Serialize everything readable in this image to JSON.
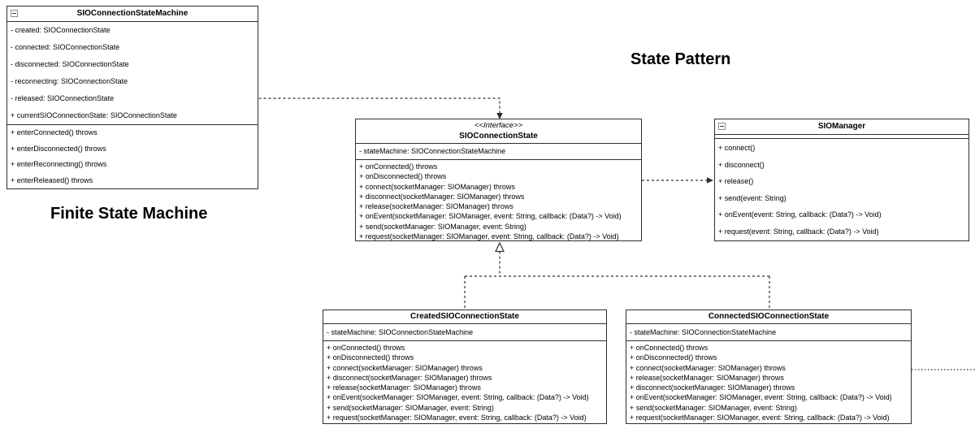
{
  "labels": {
    "heading_right": "State Pattern",
    "heading_left": "Finite State Machine"
  },
  "icons": {
    "collapse": "minus-square"
  },
  "colors": {
    "line": "#2e2e2e",
    "background": "#ffffff",
    "text": "#000000"
  },
  "classes": [
    {
      "title": "SIOConnectionStateMachine",
      "attributes": [
        "- created: SIOConnectionState",
        "- connected: SIOConnectionState",
        "- disconnected: SIOConnectionState",
        "- reconnecting: SIOConnectionState",
        "- released: SIOConnectionState",
        "+ currentSIOConnectionState: SIOConnectionState"
      ],
      "methods": [
        "+ enterConnected() throws",
        "+ enterDisconnected() throws",
        "+ enterReconnecting() throws",
        "+ enterReleased() throws"
      ]
    },
    {
      "stereotype": "<<Interface>>",
      "title": "SIOConnectionState",
      "attributes": [
        "- stateMachine: SIOConnectionStateMachine"
      ],
      "methods": [
        "+ onConnected() throws",
        "+ onDisconnected() throws",
        "+ connect(socketManager: SIOManager) throws",
        "+ disconnect(socketManager: SIOManager) throws",
        "+ release(socketManager: SIOManager) throws",
        "+ onEvent(socketManager: SIOManager, event: String, callback: (Data?) -> Void)",
        "+ send(socketManager: SIOManager, event: String)",
        "+ request(socketManager: SIOManager, event: String, callback: (Data?) -> Void)"
      ]
    },
    {
      "title": "SIOManager",
      "attributes": [],
      "methods": [
        "+ connect()",
        "+ disconnect()",
        "+ release()",
        "+ send(event: String)",
        "+ onEvent(event: String, callback: (Data?) -> Void)",
        "+ request(event: String, callback: (Data?) -> Void)"
      ]
    },
    {
      "title": "CreatedSIOConnectionState",
      "attributes": [
        "- stateMachine: SIOConnectionStateMachine"
      ],
      "methods": [
        "+ onConnected() throws",
        "+ onDisconnected() throws",
        "+ connect(socketManager: SIOManager) throws",
        "+ disconnect(socketManager: SIOManager) throws",
        "+ release(socketManager: SIOManager) throws",
        "+ onEvent(socketManager: SIOManager, event: String, callback: (Data?) -> Void)",
        "+ send(socketManager: SIOManager, event: String)",
        "+ request(socketManager: SIOManager, event: String, callback: (Data?) -> Void)"
      ]
    },
    {
      "title": "ConnectedSIOConnectionState",
      "attributes": [
        "- stateMachine: SIOConnectionStateMachine"
      ],
      "methods": [
        "+ onConnected() throws",
        "+ onDisconnected() throws",
        "+ connect(socketManager: SIOManager) throws",
        "+ release(socketManager: SIOManager) throws",
        "+ disconnect(socketManager: SIOManager) throws",
        "+ onEvent(socketManager: SIOManager, event: String, callback: (Data?) -> Void)",
        "+ send(socketManager: SIOManager, event: String)",
        "+ request(socketManager: SIOManager, event: String, callback: (Data?) -> Void)"
      ]
    }
  ],
  "relations": [
    {
      "type": "dashed-dependency-arrow",
      "from": "SIOConnectionStateMachine",
      "to": "SIOConnectionState"
    },
    {
      "type": "dashed-dependency-arrow",
      "from": "SIOConnectionState",
      "to": "SIOManager"
    },
    {
      "type": "dashed-realization-hollow-triangle",
      "from": "CreatedSIOConnectionState",
      "to": "SIOConnectionState"
    },
    {
      "type": "dashed-realization-hollow-triangle",
      "from": "ConnectedSIOConnectionState",
      "to": "SIOConnectionState"
    },
    {
      "type": "dotted-line-offscreen-right",
      "from": "ConnectedSIOConnectionState",
      "to": "canvas-right-edge"
    }
  ]
}
